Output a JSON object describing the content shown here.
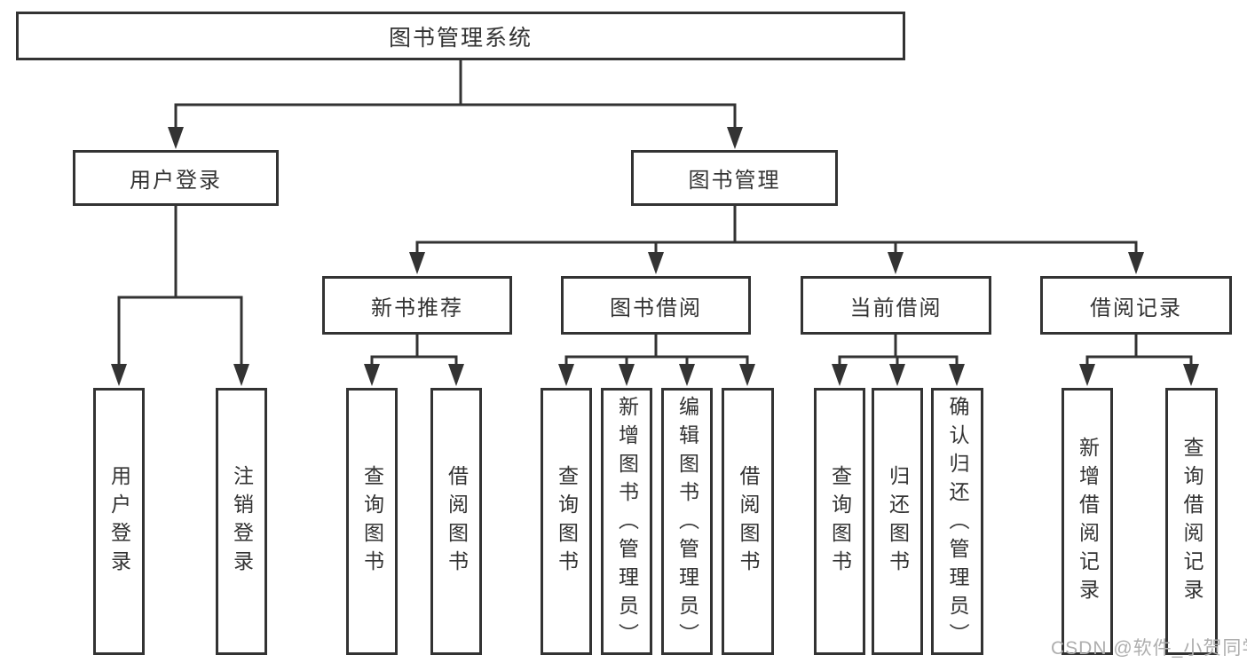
{
  "tree": {
    "label": "图书管理系统",
    "children": [
      {
        "label": "用户登录",
        "children": [
          {
            "label": "用户登录"
          },
          {
            "label": "注销登录"
          }
        ]
      },
      {
        "label": "图书管理",
        "children": [
          {
            "label": "新书推荐",
            "children": [
              {
                "label": "查询图书"
              },
              {
                "label": "借阅图书"
              }
            ]
          },
          {
            "label": "图书借阅",
            "children": [
              {
                "label": "查询图书"
              },
              {
                "label": "新增图书（管理员）"
              },
              {
                "label": "编辑图书（管理员）"
              },
              {
                "label": "借阅图书"
              }
            ]
          },
          {
            "label": "当前借阅",
            "children": [
              {
                "label": "查询图书"
              },
              {
                "label": "归还图书"
              },
              {
                "label": "确认归还（管理员）"
              }
            ]
          },
          {
            "label": "借阅记录",
            "children": [
              {
                "label": "新增借阅记录"
              },
              {
                "label": "查询借阅记录"
              }
            ]
          }
        ]
      }
    ]
  },
  "watermark": {
    "text": "CSDN @软件_小贺同学"
  },
  "colors": {
    "line": "#333333",
    "text": "#333333",
    "watermark": "#aeaeae",
    "background": "#ffffff"
  }
}
